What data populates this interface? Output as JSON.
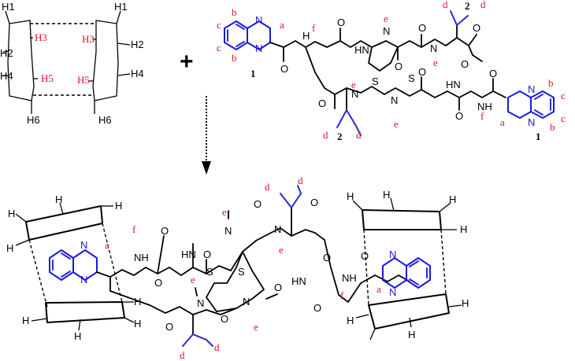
{
  "cavitand_labels": {
    "h1_left": "H1",
    "h1_right": "H1",
    "h2_left": "H2",
    "h2_right": "H2",
    "h3_left": "H3",
    "h3_right": "H3",
    "h4_left": "H4",
    "h4_right": "H4",
    "h5_left": "H5",
    "h5_right": "H5",
    "h6_left": "H6",
    "h6_right": "H6"
  },
  "operator": "+",
  "compound_labels": {
    "top_quinox_left": "1",
    "top_quinox_right": "1",
    "top_isopropyl_top": "2",
    "top_isopropyl_bottom": "2"
  },
  "proton_labels": {
    "a": "a",
    "b": "b",
    "c": "c",
    "d": "d",
    "e": "e",
    "f": "f"
  },
  "atoms": {
    "N": "N",
    "H": "H",
    "S": "S",
    "O": "O",
    "NH": "NH",
    "HN": "HN"
  },
  "colors": {
    "label_red": "#e0141e",
    "quinoxaline_blue": "#1a1adb",
    "bond_black": "#000000"
  }
}
